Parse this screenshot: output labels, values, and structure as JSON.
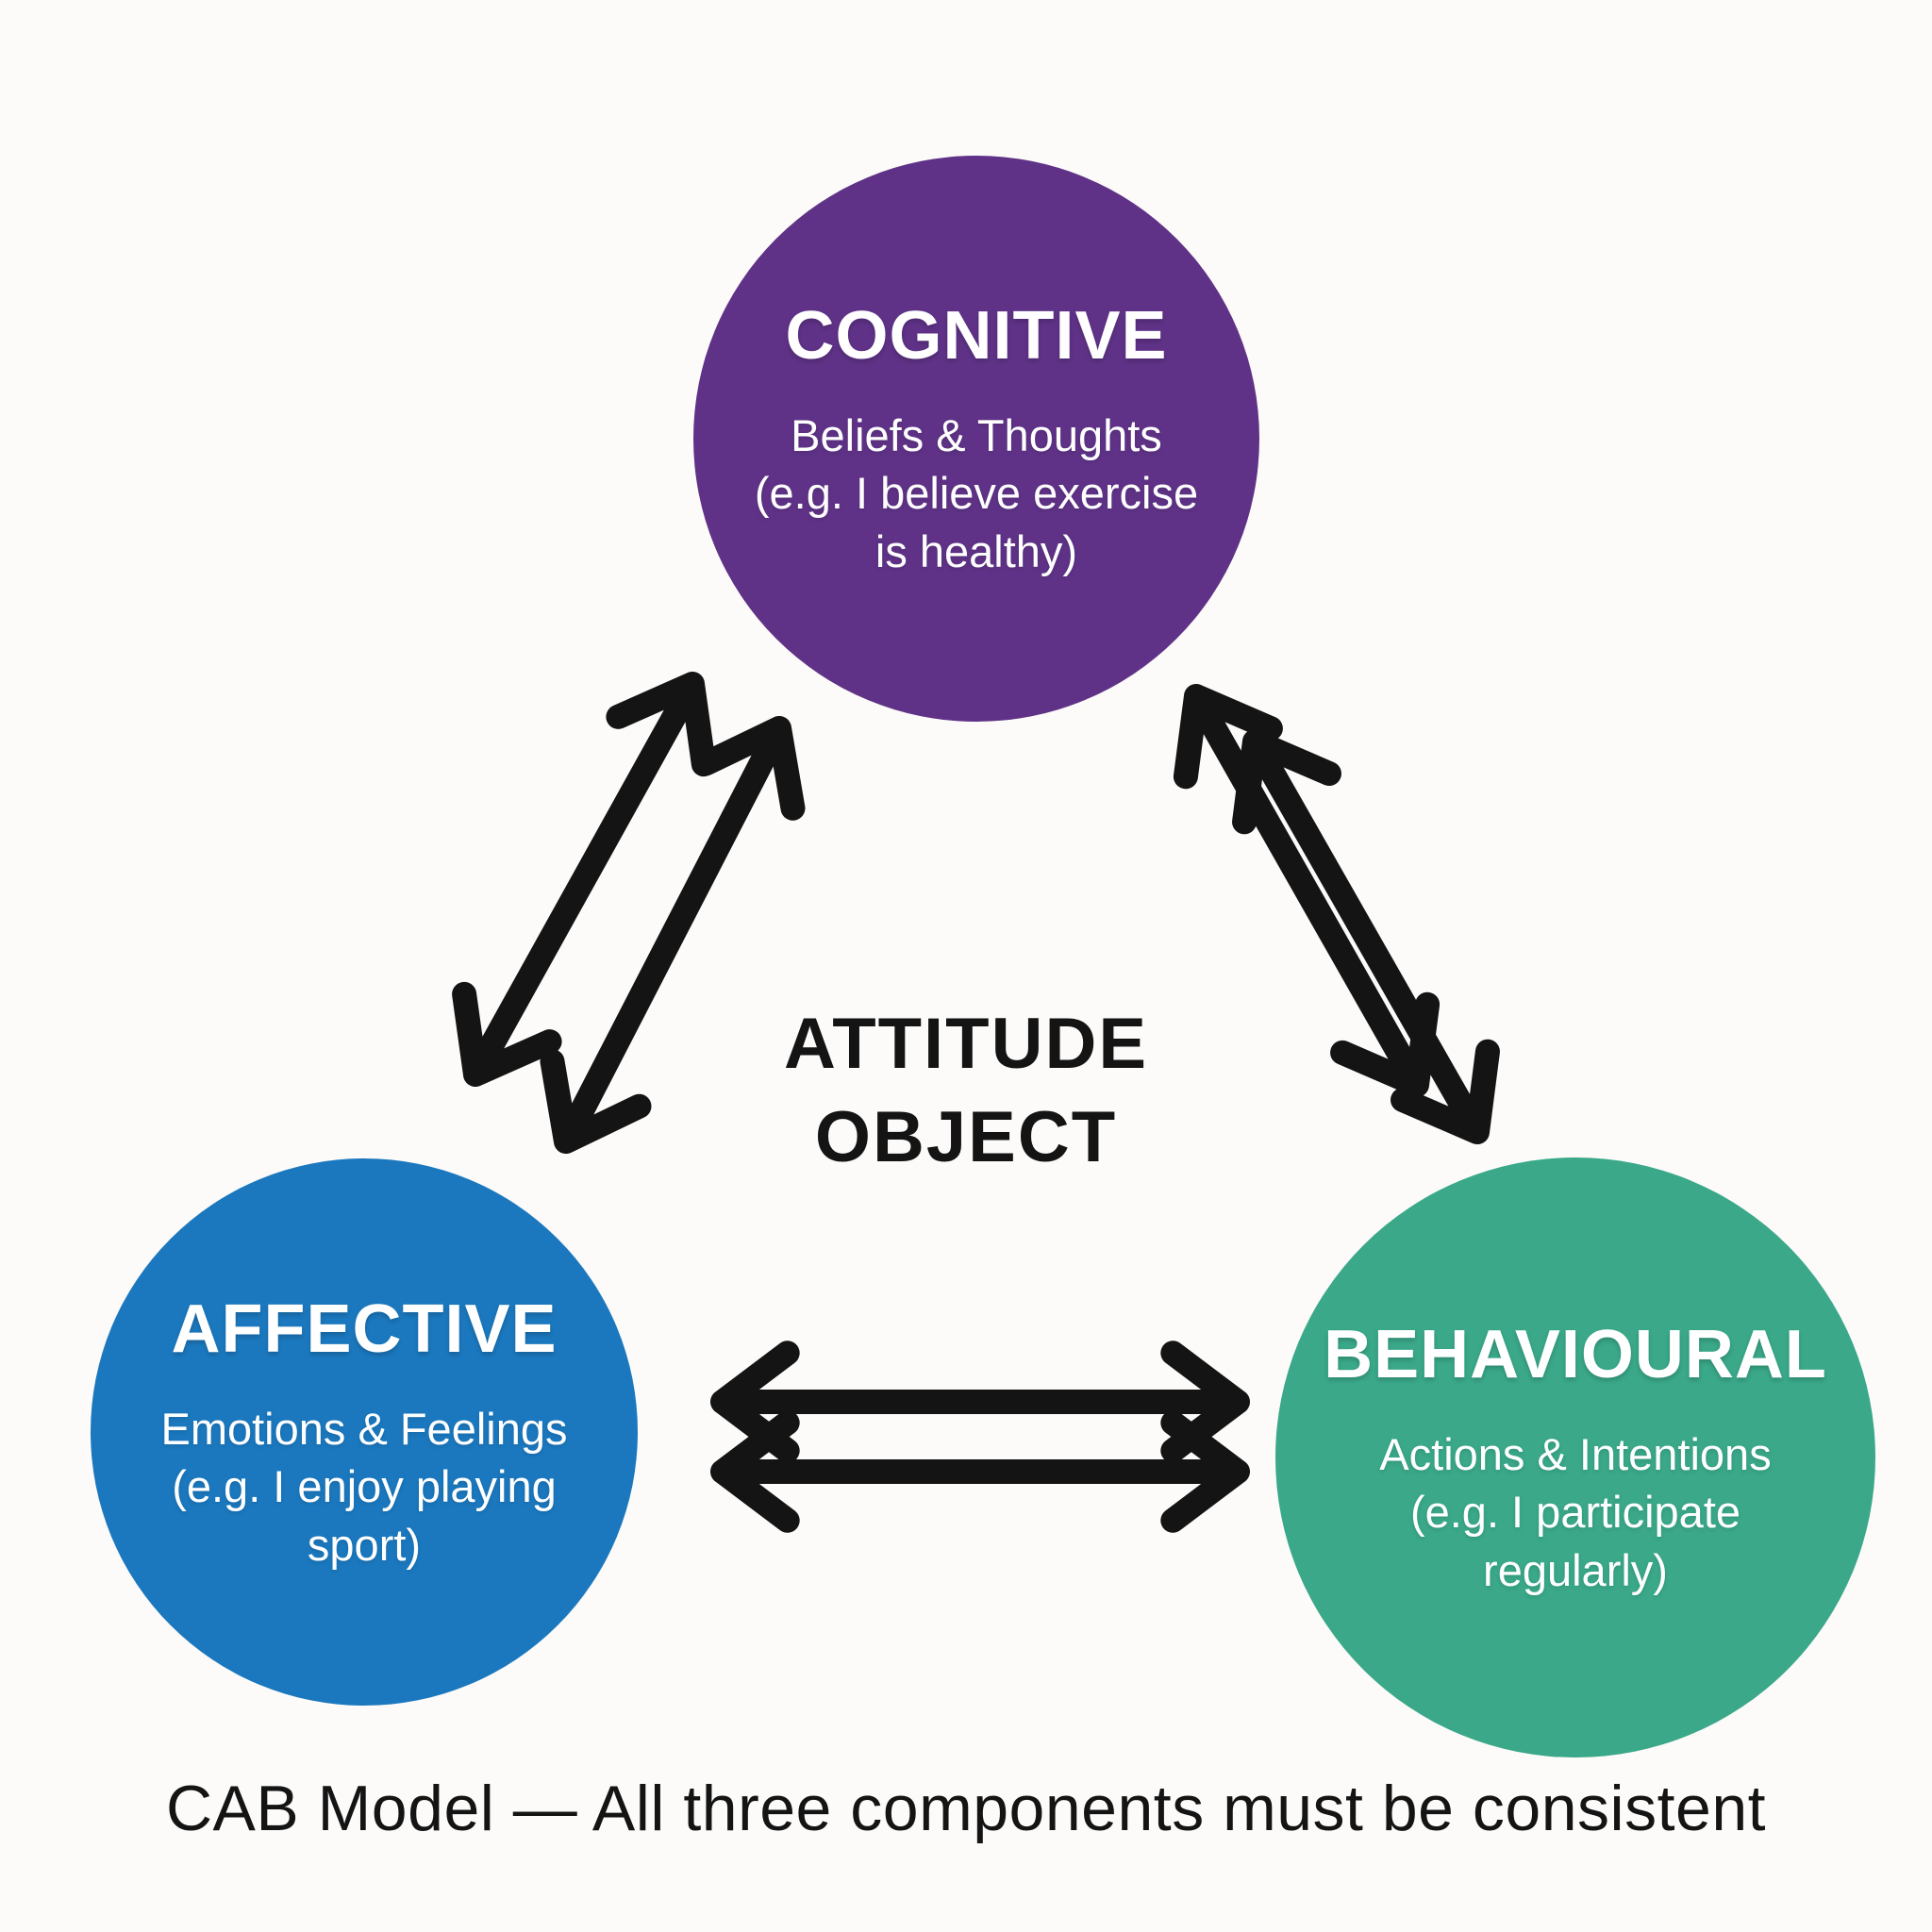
{
  "diagram": {
    "nodes": [
      {
        "id": "cognitive",
        "title": "COGNITIVE",
        "body": [
          "Beliefs & Thoughts",
          "(e.g. I believe exercise",
          "is healthy)"
        ],
        "color": "#5F3287"
      },
      {
        "id": "affective",
        "title": "AFFECTIVE",
        "body": [
          "Emotions & Feelings",
          "(e.g. I enjoy playing",
          "sport)"
        ],
        "color": "#1B78BE"
      },
      {
        "id": "behavioural",
        "title": "BEHAVIOURAL",
        "body": [
          "Actions & Intentions",
          "(e.g. I participate",
          "regularly)"
        ],
        "color": "#3AA889"
      }
    ],
    "center_label": {
      "line1": "ATTITUDE",
      "line2": "OBJECT"
    },
    "caption": "CAB Model — All three components must be consistent",
    "edges": [
      {
        "from": "cognitive",
        "to": "affective",
        "style": "double-headed"
      },
      {
        "from": "cognitive",
        "to": "behavioural",
        "style": "double-headed"
      },
      {
        "from": "affective",
        "to": "behavioural",
        "style": "double-headed"
      }
    ],
    "colors": {
      "background": "#FCFBF9",
      "arrow": "#141414",
      "text_on_circle": "#FFFFFF",
      "text_dark": "#141414"
    }
  }
}
